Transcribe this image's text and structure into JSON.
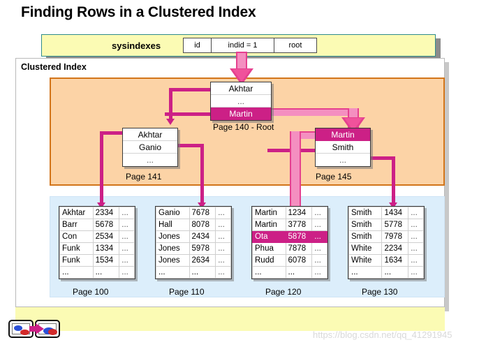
{
  "title": "Finding Rows in a Clustered Index",
  "sysindexes": {
    "label": "sysindexes",
    "columns": [
      "id",
      "indid = 1",
      "root"
    ]
  },
  "clustered_index": {
    "label": "Clustered Index"
  },
  "index_nodes": [
    {
      "id": "root",
      "page_label": "Page 140 - Root",
      "rows": [
        {
          "text": "Akhtar",
          "highlighted": false
        },
        {
          "text": "...",
          "highlighted": false
        },
        {
          "text": "Martin",
          "highlighted": true
        }
      ]
    },
    {
      "id": "page141",
      "page_label": "Page 141",
      "rows": [
        {
          "text": "Akhtar",
          "highlighted": false
        },
        {
          "text": "Ganio",
          "highlighted": false
        },
        {
          "text": "...",
          "highlighted": false
        }
      ]
    },
    {
      "id": "page145",
      "page_label": "Page 145",
      "rows": [
        {
          "text": "Martin",
          "highlighted": true
        },
        {
          "text": "Smith",
          "highlighted": false
        },
        {
          "text": "...",
          "highlighted": false
        }
      ]
    }
  ],
  "leaf_pages": [
    {
      "page_label": "Page 100",
      "rows": [
        {
          "key": "Akhtar",
          "value": "2334",
          "ellipsis": "...",
          "highlighted": false
        },
        {
          "key": "Barr",
          "value": "5678",
          "ellipsis": "...",
          "highlighted": false
        },
        {
          "key": "Con",
          "value": "2534",
          "ellipsis": "...",
          "highlighted": false
        },
        {
          "key": "Funk",
          "value": "1334",
          "ellipsis": "...",
          "highlighted": false
        },
        {
          "key": "Funk",
          "value": "1534",
          "ellipsis": "...",
          "highlighted": false
        },
        {
          "key": "...",
          "value": "...",
          "ellipsis": "...",
          "highlighted": false
        }
      ]
    },
    {
      "page_label": "Page 110",
      "rows": [
        {
          "key": "Ganio",
          "value": "7678",
          "ellipsis": "...",
          "highlighted": false
        },
        {
          "key": "Hall",
          "value": "8078",
          "ellipsis": "...",
          "highlighted": false
        },
        {
          "key": "Jones",
          "value": "2434",
          "ellipsis": "...",
          "highlighted": false
        },
        {
          "key": "Jones",
          "value": "5978",
          "ellipsis": "...",
          "highlighted": false
        },
        {
          "key": "Jones",
          "value": "2634",
          "ellipsis": "...",
          "highlighted": false
        },
        {
          "key": "...",
          "value": "...",
          "ellipsis": "...",
          "highlighted": false
        }
      ]
    },
    {
      "page_label": "Page 120",
      "rows": [
        {
          "key": "Martin",
          "value": "1234",
          "ellipsis": "...",
          "highlighted": false
        },
        {
          "key": "Martin",
          "value": "3778",
          "ellipsis": "...",
          "highlighted": false
        },
        {
          "key": "Ota",
          "value": "5878",
          "ellipsis": "...",
          "highlighted": true
        },
        {
          "key": "Phua",
          "value": "7878",
          "ellipsis": "...",
          "highlighted": false
        },
        {
          "key": "Rudd",
          "value": "6078",
          "ellipsis": "...",
          "highlighted": false
        },
        {
          "key": "...",
          "value": "...",
          "ellipsis": "...",
          "highlighted": false
        }
      ]
    },
    {
      "page_label": "Page 130",
      "rows": [
        {
          "key": "Smith",
          "value": "1434",
          "ellipsis": "...",
          "highlighted": false
        },
        {
          "key": "Smith",
          "value": "5778",
          "ellipsis": "...",
          "highlighted": false
        },
        {
          "key": "Smith",
          "value": "7978",
          "ellipsis": "...",
          "highlighted": false
        },
        {
          "key": "White",
          "value": "2234",
          "ellipsis": "...",
          "highlighted": false
        },
        {
          "key": "White",
          "value": "1634",
          "ellipsis": "...",
          "highlighted": false
        },
        {
          "key": "...",
          "value": "...",
          "ellipsis": "...",
          "highlighted": false
        }
      ]
    }
  ],
  "watermark": "https://blog.csdn.net/qq_41291945",
  "colors": {
    "accent_magenta": "#cc2086",
    "highlight_pink": "#f48fc0",
    "index_region": "#fcd3a6",
    "index_border": "#d2751a",
    "leaf_region": "#dceefb",
    "band_yellow": "#fbfbb4"
  }
}
